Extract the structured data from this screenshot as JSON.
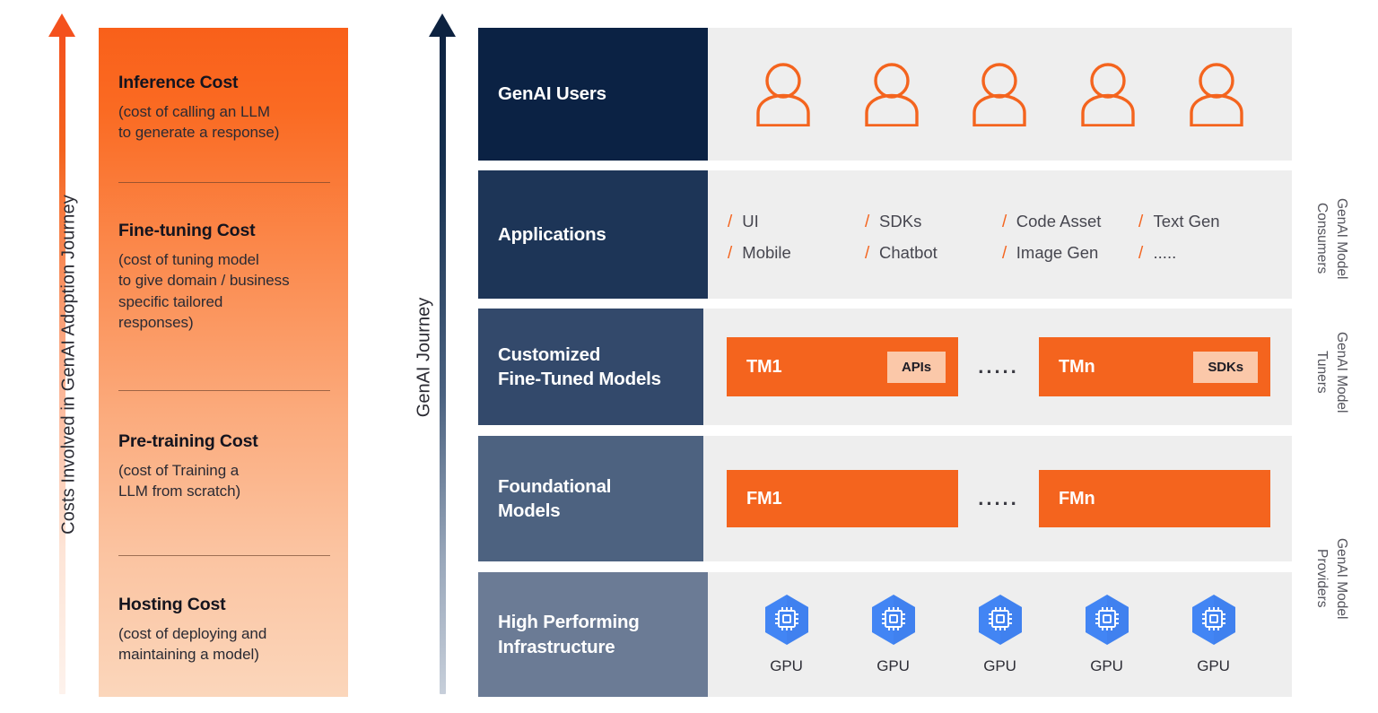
{
  "cost_axis": {
    "label": "Costs Involved in GenAI Adoption Journey",
    "arrow_color_top": "#f4511e",
    "arrow_color_bottom": "#fdf2ec"
  },
  "journey_axis": {
    "label": "GenAI Journey",
    "arrow_color_top": "#0d2240",
    "arrow_color_bottom": "#c7cfda"
  },
  "cost_panel": {
    "gradient_top": "#f9601a",
    "gradient_bottom": "#fbd6bb",
    "items": [
      {
        "title": "Inference Cost",
        "desc": "(cost of calling an LLM\nto generate a response)"
      },
      {
        "title": "Fine-tuning Cost",
        "desc": "(cost of tuning model\nto give domain / business\nspecific tailored\nresponses)"
      },
      {
        "title": "Pre-training Cost",
        "desc": "(cost of Training a\nLLM from scratch)"
      },
      {
        "title": "Hosting Cost",
        "desc": "(cost of deploying and\nmaintaining a model)"
      }
    ]
  },
  "layers": {
    "users": {
      "label": "GenAI Users",
      "label_bg": "#0b2244",
      "body_bg": "#eeeeee",
      "icon_color": "#f4641e",
      "icon_name": "user-icon",
      "icon_count": 5
    },
    "applications": {
      "label": "Applications",
      "label_bg": "#1d3557",
      "body_bg": "#eeeeee",
      "bullet_color": "#f4641e",
      "groups": [
        [
          "UI",
          "Mobile"
        ],
        [
          "SDKs",
          "Chatbot"
        ],
        [
          "Code Asset",
          "Image Gen"
        ],
        [
          "Text Gen",
          "....."
        ]
      ]
    },
    "tuned_models": {
      "label": "Customized\nFine-Tuned Models",
      "label_bg": "#33496b",
      "body_bg": "#eeeeee",
      "box_color": "#f4641e",
      "chip_color": "#fbc8a9",
      "boxes": [
        {
          "name": "TM1",
          "chip": "APIs"
        },
        {
          "name": "TMn",
          "chip": "SDKs"
        }
      ],
      "separator": "....."
    },
    "foundational_models": {
      "label": "Foundational\nModels",
      "label_bg": "#4d6280",
      "body_bg": "#eeeeee",
      "box_color": "#f4641e",
      "boxes": [
        {
          "name": "FM1",
          "chip": ""
        },
        {
          "name": "FMn",
          "chip": ""
        }
      ],
      "separator": "....."
    },
    "infrastructure": {
      "label": "High Performing\nInfrastructure",
      "label_bg": "#6b7b95",
      "body_bg": "#eeeeee",
      "hex_color": "#4285f4",
      "icon_name": "gpu-chip-icon",
      "gpus": [
        "GPU",
        "GPU",
        "GPU",
        "GPU",
        "GPU"
      ]
    }
  },
  "group_labels": [
    {
      "text": "GenAI Model\nConsumers"
    },
    {
      "text": "GenAI Model\nTuners"
    },
    {
      "text": "GenAI Model\nProviders"
    }
  ]
}
